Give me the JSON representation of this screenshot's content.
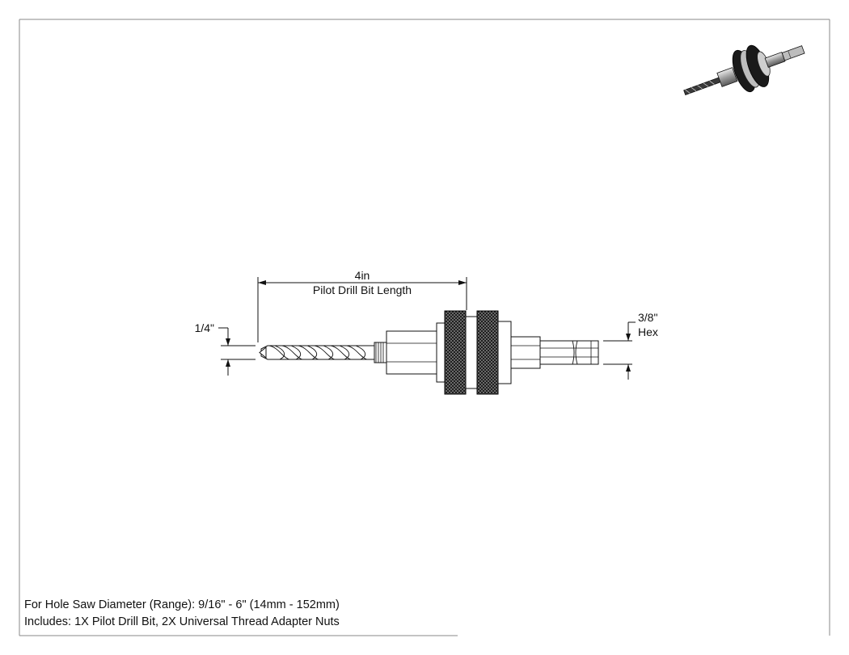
{
  "dimensions": {
    "length_value": "4in",
    "length_label": "Pilot Drill Bit Length",
    "pilot_diameter": "1/4\"",
    "hex_size": "3/8\"",
    "hex_label": "Hex"
  },
  "notes": {
    "range": "For Hole Saw Diameter (Range): 9/16\" - 6\" (14mm - 152mm)",
    "includes": "Includes: 1X Pilot Drill Bit, 2X Universal Thread Adapter Nuts"
  }
}
